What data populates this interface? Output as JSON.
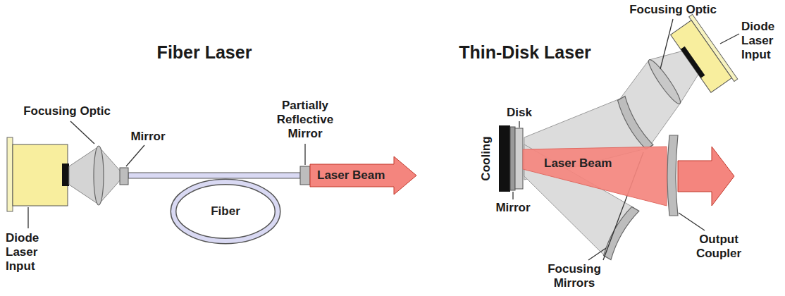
{
  "diagram": {
    "nodes": [
      {
        "text": [
          "Laser Beam"
        ]
      },
      {
        "text": [
          "Fiber"
        ]
      },
      {
        "text": [
          "Laser Beam"
        ]
      }
    ],
    "labels": [
      "Fiber Laser",
      "Focusing Optic",
      "Mirror",
      "Partially Reflective Mirror",
      "Diode Laser Input",
      "Thin-Disk Laser",
      "Focusing Optic",
      "Diode Laser Input",
      "Disk",
      "Cooling",
      "Mirror",
      "Focusing Mirrors",
      "Output Coupler"
    ]
  }
}
